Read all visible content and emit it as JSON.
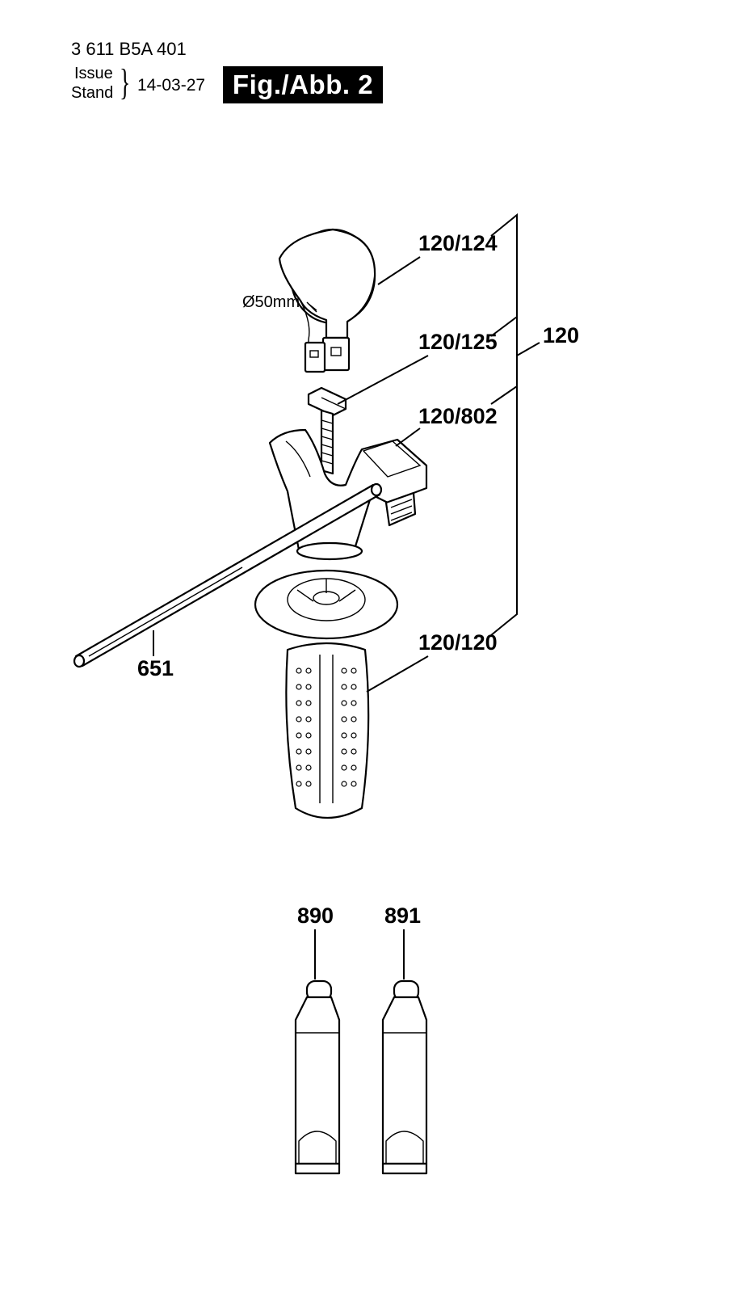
{
  "header": {
    "part_number": "3 611 B5A 401",
    "issue_label": "Issue",
    "stand_label": "Stand",
    "issue_date": "14-03-27",
    "figure_label": "Fig./Abb. 2"
  },
  "dimension_label": "Ø50mm",
  "callouts": {
    "depth_stop_clamp": "120/124",
    "clamp_bolt": "120/125",
    "handle_assembly": "120",
    "handle_head": "120/802",
    "grip": "120/120",
    "depth_rod": "651",
    "grease_tube_a": "890",
    "grease_tube_b": "891"
  }
}
